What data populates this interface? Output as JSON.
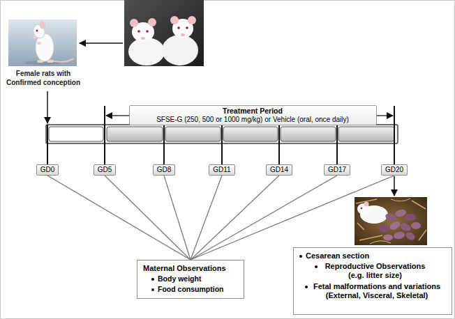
{
  "diagram": {
    "nodes": [
      {
        "text": [
          "Treatment Period",
          "SFSE-G (250, 500 or 1000 mg/kg) or Vehicle (oral, once daily)"
        ]
      },
      {
        "text": [
          "GD0"
        ]
      },
      {
        "text": [
          "GD5"
        ]
      },
      {
        "text": [
          "GD8"
        ]
      },
      {
        "text": [
          "GD11"
        ]
      },
      {
        "text": [
          "GD14"
        ]
      },
      {
        "text": [
          "GD17"
        ]
      },
      {
        "text": [
          "GD20"
        ]
      },
      {
        "text": [
          "Maternal Observations",
          "Body weight",
          "Food consumption"
        ]
      },
      {
        "text": [
          "Cesarean section",
          "Reproductive Observations (e.g. litter size)",
          "Fetal malformations and variations (External, Visceral, Skeletal)"
        ]
      }
    ],
    "edges": [
      {
        "from": 1,
        "to": 8,
        "arrow": "none"
      },
      {
        "from": 2,
        "to": 8,
        "arrow": "none"
      },
      {
        "from": 3,
        "to": 8,
        "arrow": "none"
      },
      {
        "from": 4,
        "to": 8,
        "arrow": "none"
      },
      {
        "from": 5,
        "to": 8,
        "arrow": "none"
      },
      {
        "from": 6,
        "to": 8,
        "arrow": "none"
      },
      {
        "from": 7,
        "to": 8,
        "arrow": "none"
      }
    ],
    "labels": [
      "Female rats with Confirmed conception"
    ]
  }
}
